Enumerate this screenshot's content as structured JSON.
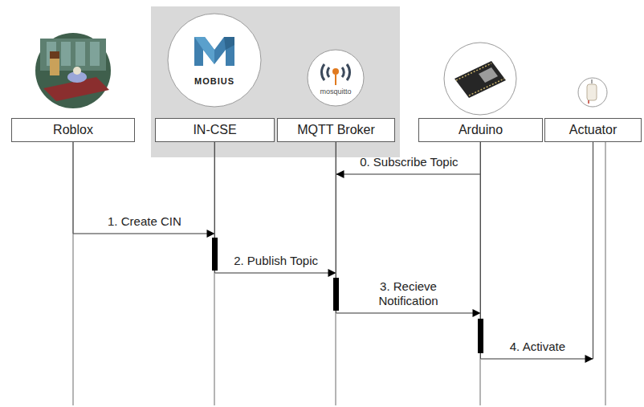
{
  "diagram": {
    "nodes": [
      {
        "text": [
          "Roblox"
        ]
      },
      {
        "text": [
          "IN-CSE"
        ]
      },
      {
        "text": [
          "MQTT Broker"
        ]
      },
      {
        "text": [
          "Arduino"
        ]
      },
      {
        "text": [
          "Actuator"
        ]
      }
    ],
    "edges": [
      {
        "from": 3,
        "to": 2,
        "label": "0. Subscribe Topic",
        "arrow": "to"
      },
      {
        "from": 0,
        "to": 1,
        "label": "1. Create CIN",
        "arrow": "to"
      },
      {
        "from": 1,
        "to": 2,
        "label": "2. Publish Topic",
        "arrow": "to"
      },
      {
        "from": 2,
        "to": 3,
        "label": "3. Recieve Notification",
        "arrow": "to"
      },
      {
        "from": 3,
        "to": 4,
        "label": "4. Activate",
        "arrow": "to"
      }
    ],
    "labels": [
      "MOBIUS",
      "mosquitto"
    ]
  }
}
